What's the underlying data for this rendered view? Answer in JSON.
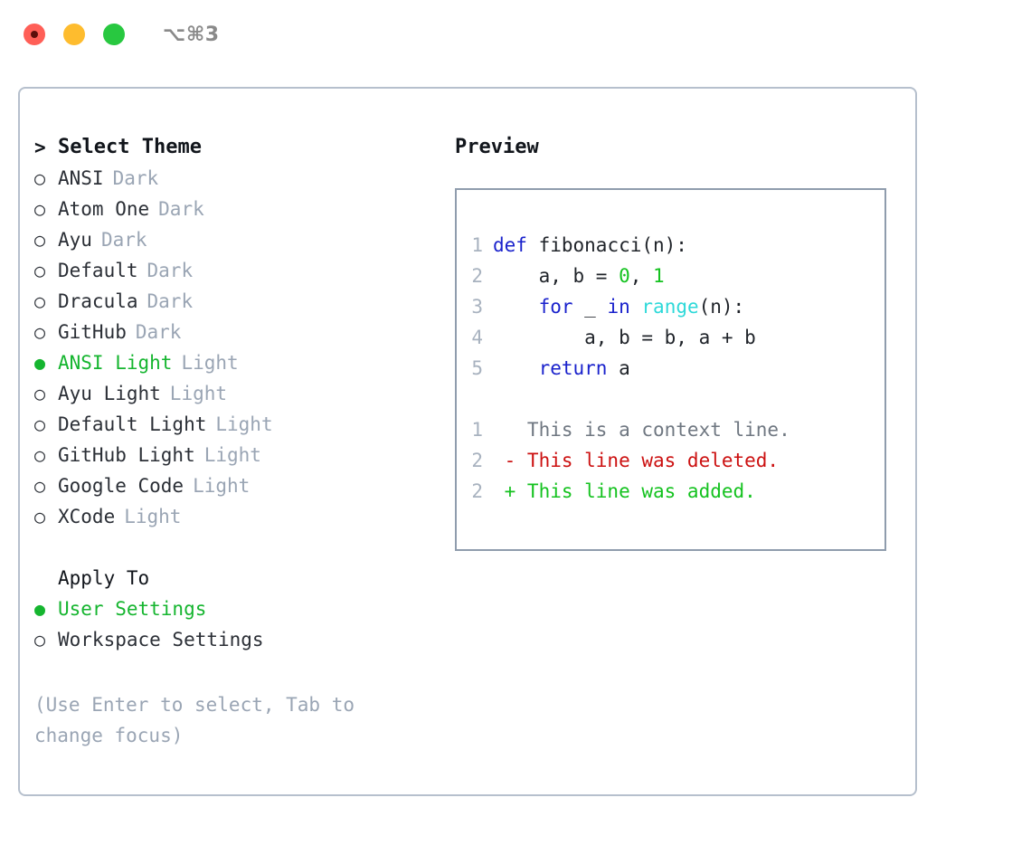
{
  "window": {
    "title": "⌥⌘3",
    "lights": [
      {
        "name": "close",
        "color": "#ff5f57"
      },
      {
        "name": "minimize",
        "color": "#febc2e"
      },
      {
        "name": "maximize",
        "color": "#28c840"
      }
    ]
  },
  "colors": {
    "selected_green": "#15b52f",
    "muted_tag": "#9aa5b4",
    "keyword_blue": "#1a22cc",
    "function_cyan": "#2ed9d9",
    "number_green": "#14c21f",
    "diff_delete_red": "#cc1111",
    "diff_add_green": "#14c21f",
    "panel_border": "#b6c0cd",
    "preview_border": "#8f9cad"
  },
  "theme_picker": {
    "caret": ">",
    "heading": "Select Theme",
    "bullet_empty": "○",
    "bullet_filled": "●",
    "items": [
      {
        "label": "ANSI",
        "tag": "Dark",
        "selected": false
      },
      {
        "label": "Atom One",
        "tag": "Dark",
        "selected": false
      },
      {
        "label": "Ayu",
        "tag": "Dark",
        "selected": false
      },
      {
        "label": "Default",
        "tag": "Dark",
        "selected": false
      },
      {
        "label": "Dracula",
        "tag": "Dark",
        "selected": false
      },
      {
        "label": "GitHub",
        "tag": "Dark",
        "selected": false
      },
      {
        "label": "ANSI Light",
        "tag": "Light",
        "selected": true
      },
      {
        "label": "Ayu Light",
        "tag": "Light",
        "selected": false
      },
      {
        "label": "Default Light",
        "tag": "Light",
        "selected": false
      },
      {
        "label": "GitHub Light",
        "tag": "Light",
        "selected": false
      },
      {
        "label": "Google Code",
        "tag": "Light",
        "selected": false
      },
      {
        "label": "XCode",
        "tag": "Light",
        "selected": false
      }
    ]
  },
  "apply_to": {
    "heading": "Apply To",
    "items": [
      {
        "label": "User Settings",
        "selected": true
      },
      {
        "label": "Workspace Settings",
        "selected": false
      }
    ]
  },
  "hint": "(Use Enter to select, Tab to change focus)",
  "preview": {
    "title": "Preview",
    "code_lines": [
      {
        "number": "1",
        "tokens": [
          {
            "text": "def",
            "type": "kw"
          },
          {
            "text": " fibonacci(n):",
            "type": "plain"
          }
        ]
      },
      {
        "number": "2",
        "tokens": [
          {
            "text": "    a, b = ",
            "type": "plain"
          },
          {
            "text": "0",
            "type": "num"
          },
          {
            "text": ", ",
            "type": "plain"
          },
          {
            "text": "1",
            "type": "num"
          }
        ]
      },
      {
        "number": "3",
        "tokens": [
          {
            "text": "    ",
            "type": "plain"
          },
          {
            "text": "for",
            "type": "kw"
          },
          {
            "text": " _ ",
            "type": "plain"
          },
          {
            "text": "in",
            "type": "kw"
          },
          {
            "text": " ",
            "type": "plain"
          },
          {
            "text": "range",
            "type": "fn"
          },
          {
            "text": "(n):",
            "type": "plain"
          }
        ]
      },
      {
        "number": "4",
        "tokens": [
          {
            "text": "        a, b = b, a + b",
            "type": "plain"
          }
        ]
      },
      {
        "number": "5",
        "tokens": [
          {
            "text": "    ",
            "type": "plain"
          },
          {
            "text": "return",
            "type": "kw"
          },
          {
            "text": " a",
            "type": "plain"
          }
        ]
      }
    ],
    "diff_lines": [
      {
        "number": "1",
        "marker": "  ",
        "text": "This is a context line.",
        "type": "ctx"
      },
      {
        "number": "2",
        "marker": "- ",
        "text": "This line was deleted.",
        "type": "del"
      },
      {
        "number": "2",
        "marker": "+ ",
        "text": "This line was added.",
        "type": "add"
      }
    ]
  }
}
